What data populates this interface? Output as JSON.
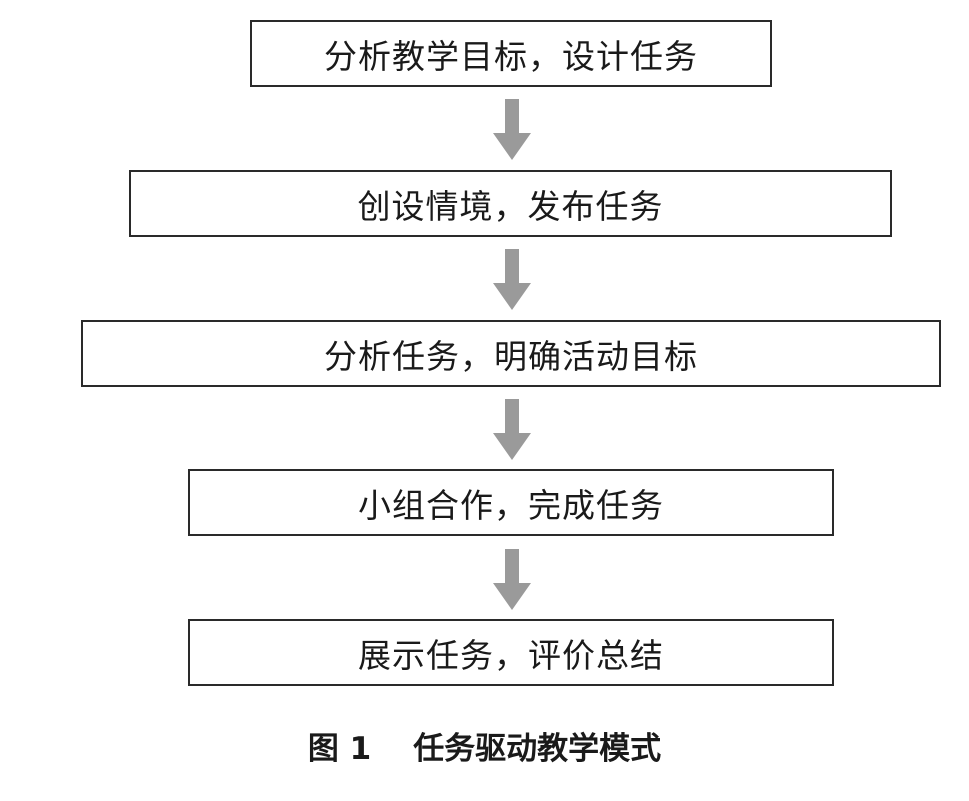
{
  "steps": [
    {
      "label": "分析教学目标，设计任务"
    },
    {
      "label": "创设情境，发布任务"
    },
    {
      "label": "分析任务，明确活动目标"
    },
    {
      "label": "小组合作，完成任务"
    },
    {
      "label": "展示任务，评价总结"
    }
  ],
  "caption": {
    "label": "图 1",
    "title": "任务驱动教学模式"
  },
  "colors": {
    "box_border": "#2a2a2a",
    "arrow": "#9a9a9a",
    "text": "#1a1a1a"
  },
  "icons": {
    "connector": "down-arrow-icon"
  }
}
